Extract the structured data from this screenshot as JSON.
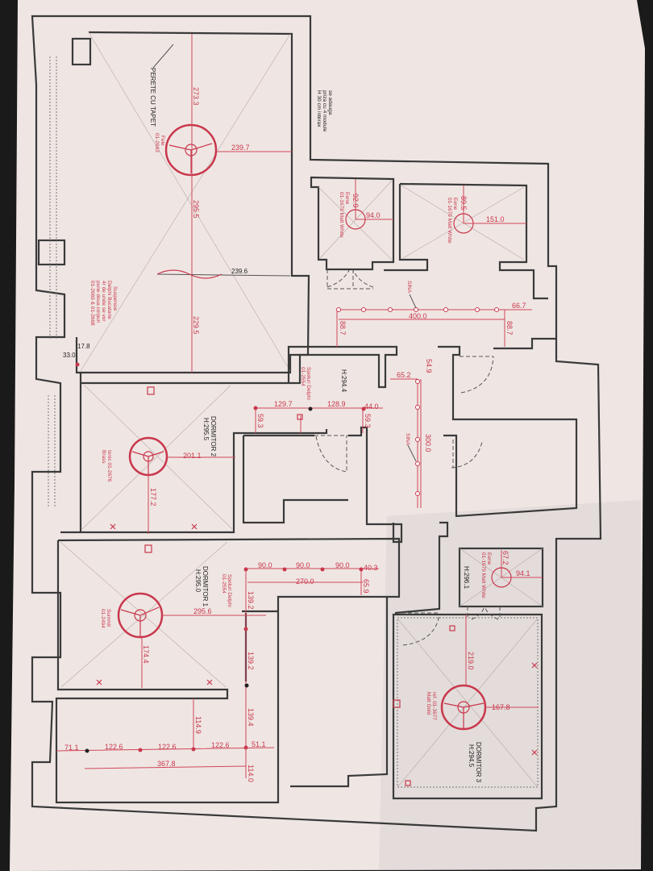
{
  "colors": {
    "paper": "#efe6e3",
    "wall": "#3a3a3a",
    "annotation": "#c9374c",
    "background": "#1a1a1a"
  },
  "living": {
    "wall_note": "PERETE CU TAPET",
    "lamp_name": "Fele",
    "lamp_code": "01-2663",
    "dims": [
      "273.3",
      "239.7",
      "295.5",
      "239.6",
      "229.5",
      "17.8",
      "33.0"
    ],
    "outlet_note": [
      "se adauga",
      "priza cu 4 module",
      "H 30 cm interax"
    ],
    "pendant_note": [
      "Suspensie",
      "Delphi Bucatarie",
      "4r de unde se vor",
      "pune doua corpuri",
      "01-2669 & 01-2668"
    ]
  },
  "bath1": {
    "lamp_name": "Eene",
    "lamp_code": "01-1679 Matt White",
    "dims": [
      "92.9",
      "94.0"
    ]
  },
  "bath2": {
    "lamp_name": "Eene",
    "lamp_code": "01-1679 Matt White",
    "dims": [
      "89.5",
      "151.0"
    ]
  },
  "hall": {
    "rail_label": "SINA",
    "rail_label_2": "SINA",
    "dims": [
      "400.0",
      "66.7",
      "88.7",
      "88.7",
      "54.9",
      "65.2",
      "300.0"
    ],
    "height": "H:294.4",
    "spot_name": "Spoturi Delphi",
    "spot_code": "01-2554",
    "spot_dims": [
      "129.7",
      "128.9",
      "44.0",
      "59.3",
      "59.3"
    ]
  },
  "dormitor2": {
    "title": "DORMITOR 2",
    "height": "H:295.5",
    "lamp_name": "Ionic 01-2676",
    "lamp_finish": "Brass",
    "dims": [
      "201.1",
      "177.2"
    ]
  },
  "dormitor1": {
    "title": "DORMITOR 1",
    "height": "H:295.0",
    "spot_name": "Spoturi Delphi",
    "spot_code": "01-2554",
    "spot_dims": [
      "90.0",
      "90.0",
      "90.0",
      "40.3",
      "270.0",
      "65.9"
    ],
    "vertical_dims": [
      "139.2",
      "139.2",
      "139.4",
      "114.0"
    ],
    "lamp_name": "Summit",
    "lamp_code": "01-2494",
    "dims": [
      "295.6",
      "174.4"
    ]
  },
  "lower_room": {
    "dims": [
      "114.9",
      "71.1",
      "122.6",
      "122.6",
      "122.6",
      "51.1",
      "367.8"
    ]
  },
  "bath3": {
    "lamp_name": "Eene",
    "lamp_code": "01-1679 Matt White",
    "height": "H:296.1",
    "dims": [
      "67.2",
      "94.1"
    ]
  },
  "dormitor3": {
    "title": "DORMITOR 3",
    "height": "H:294.5",
    "lamp_name": "ref. 01-3677",
    "lamp_finish": "Matt Gold",
    "dims": [
      "219.0",
      "167.8"
    ]
  }
}
